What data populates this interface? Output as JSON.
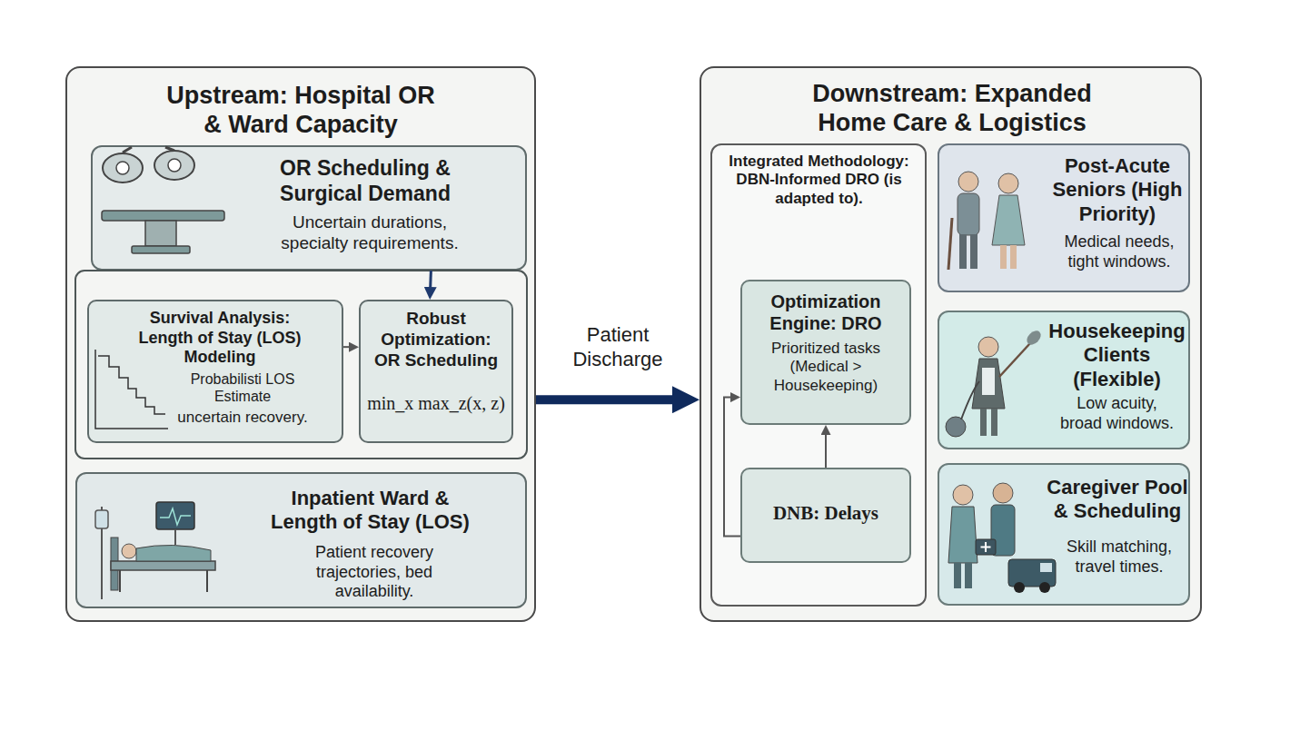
{
  "diagram": {
    "nodes": [
      {
        "text": [
          "Upstream: Hospital OR & Ward Capacity"
        ]
      },
      {
        "text": [
          "OR Scheduling & Surgical Demand",
          "Uncertain durations, specialty requirements."
        ],
        "in": 0
      },
      {
        "text": [
          "Survival Analysis: Length of Stay (LOS) Modeling",
          "Probabilisti LOS Estimate",
          "uncertain recovery."
        ],
        "in": 0
      },
      {
        "text": [
          "Robust Optimization: OR Scheduling",
          "min_x max_z(x, z)"
        ],
        "in": 0
      },
      {
        "text": [
          "Inpatient Ward & Length of Stay (LOS)",
          "Patient recovery trajectories, bed availability."
        ],
        "in": 0
      },
      {
        "text": [
          "Downstream: Expanded Home Care & Logistics"
        ]
      },
      {
        "text": [
          "Integrated Methodology: DBN-Informed DRO (is adapted to)."
        ],
        "in": 5
      },
      {
        "text": [
          "Optimization Engine: DRO",
          "Prioritized tasks (Medical > Housekeeping)"
        ],
        "in": 6
      },
      {
        "text": [
          "DNB: Delays"
        ],
        "in": 6
      },
      {
        "text": [
          "Post-Acute Seniors (High Priority)",
          "Medical needs, tight windows."
        ],
        "in": 5
      },
      {
        "text": [
          "Housekeeping Clients (Flexible)",
          "Low acuity, broad windows."
        ],
        "in": 5
      },
      {
        "text": [
          "Caregiver Pool & Scheduling",
          "Skill matching, travel times."
        ],
        "in": 5
      }
    ],
    "edges": [
      {
        "from": 1,
        "to": 3,
        "arrow": "to"
      },
      {
        "from": 2,
        "to": 3,
        "arrow": "to"
      },
      {
        "from": 0,
        "to": 5,
        "label": "Patient Discharge",
        "arrow": "to"
      },
      {
        "from": 8,
        "to": 7,
        "arrow": "to"
      },
      {
        "from": 8,
        "to": 7,
        "arrow": "to"
      }
    ]
  }
}
